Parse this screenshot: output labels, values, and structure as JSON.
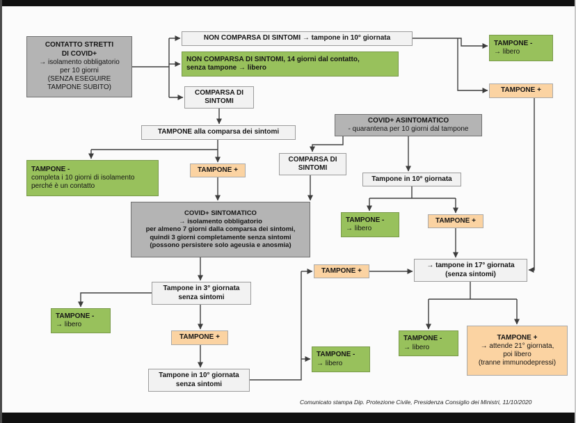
{
  "colors": {
    "green": "#98c15c",
    "orange": "#fbd3a2",
    "gray": "#b4b4b4",
    "light": "#f2f2f2",
    "letterbox": "#101010"
  },
  "nodes": {
    "contatto_stretti": {
      "title": "CONTATTO STRETTI\nDI COVID+",
      "body": "→ isolamento obbligatorio\nper 10 giorni\n(SENZA ESEGUIRE\nTAMPONE SUBITO)"
    },
    "non_comparsa_10": {
      "text": "NON COMPARSA DI SINTOMI → tampone in 10° giornata"
    },
    "non_comparsa_14": {
      "text": "NON COMPARSA DI SINTOMI, 14 giorni dal contatto,\nsenza tampone → libero"
    },
    "tampone_neg_top": {
      "title": "TAMPONE -",
      "body": "→ libero"
    },
    "tampone_pos_top": {
      "text": "TAMPONE +"
    },
    "comparsa_sintomi_a": {
      "text": "COMPARSA DI\nSINTOMI"
    },
    "tampone_alla_comparsa": {
      "text": "TAMPONE alla comparsa dei sintomi"
    },
    "covid_asintomatico": {
      "title": "COVID+ ASINTOMATICO",
      "body": "- quarantena per 10 giorni dal tampone"
    },
    "tampone_neg_contatto": {
      "title": "TAMPONE -",
      "body": "completa i 10 giorni di isolamento\nperché è un contatto"
    },
    "tampone_pos_a": {
      "text": "TAMPONE +"
    },
    "comparsa_sintomi_b": {
      "text": "COMPARSA DI\nSINTOMI"
    },
    "tampone_10_asint": {
      "text": "Tampone in 10° giornata"
    },
    "covid_sintomatico": {
      "title": "COVID+ SINTOMATICO",
      "body": "→ isolamento obbligatorio\nper almeno 7 giorni dalla comparsa dei sintomi,\nquindi 3 giorni completamente senza sintomi\n(possono persistere solo ageusia e anosmia)"
    },
    "tampone_neg_asint": {
      "title": "TAMPONE -",
      "body": "→ libero"
    },
    "tampone_pos_asint": {
      "text": "TAMPONE +"
    },
    "tampone_pos_mid": {
      "text": "TAMPONE +"
    },
    "tampone_17": {
      "text": "→ tampone in 17° giornata\n(senza sintomi)"
    },
    "tampone_3_giornata": {
      "text": "Tampone in 3° giornata\nsenza sintomi"
    },
    "tampone_neg_3": {
      "title": "TAMPONE -",
      "body": "→ libero"
    },
    "tampone_pos_3": {
      "text": "TAMPONE +"
    },
    "tampone_neg_10": {
      "title": "TAMPONE -",
      "body": "→ libero"
    },
    "tampone_10_sint": {
      "text": "Tampone in 10° giornata\nsenza sintomi"
    },
    "tampone_neg_17": {
      "title": "TAMPONE -",
      "body": "→ libero"
    },
    "tampone_pos_21": {
      "title": "TAMPONE +",
      "body": "→ attende 21° giornata,\npoi libero\n(tranne immunodepressi)"
    }
  },
  "footer": {
    "credit": "Comunicato stampa Dip. Protezione Civile, Presidenza Consiglio dei Ministri, 11/10/2020"
  }
}
